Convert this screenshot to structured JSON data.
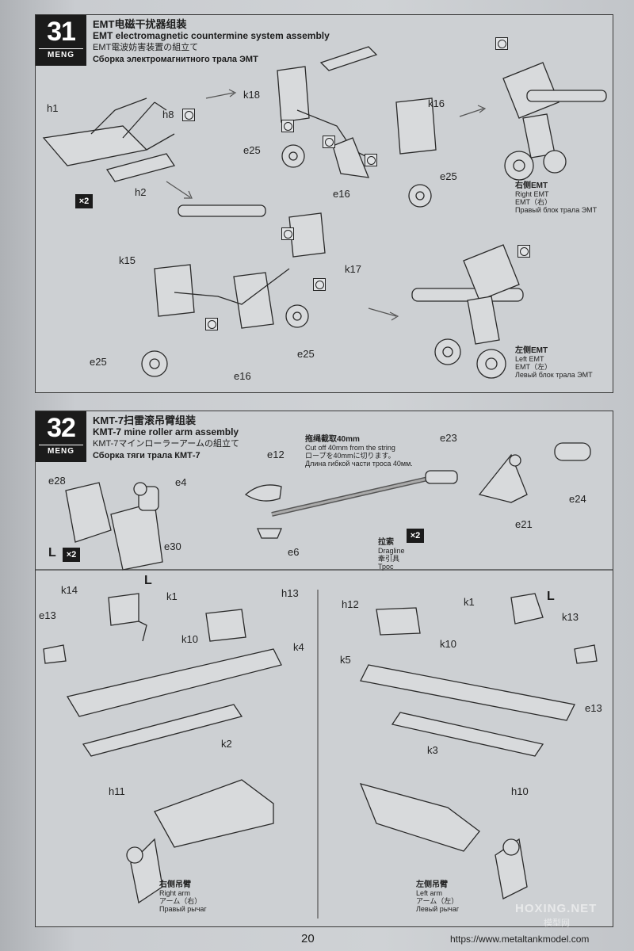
{
  "step31": {
    "number": "31",
    "brand": "MENG",
    "title_cn": "EMT电磁干扰器组装",
    "title_en": "EMT electromagnetic countermine system assembly",
    "title_jp": "EMT電波妨害装置の組立て",
    "title_ru": "Сборка электромагнитного трала ЭМТ",
    "labels": [
      "h1",
      "h8",
      "h2",
      "k18",
      "k16",
      "e25",
      "e25",
      "e16",
      "k15",
      "k17",
      "e25",
      "e25",
      "e16"
    ],
    "multiplier": "×2",
    "right_caption": [
      "右侧EMT",
      "Right EMT",
      "EMT（右）",
      "Правый блок трала ЭМТ"
    ],
    "left_caption": [
      "左侧EMT",
      "Left EMT",
      "EMT（左）",
      "Левый блок трала ЭМТ"
    ]
  },
  "step32": {
    "number": "32",
    "brand": "MENG",
    "title_cn": "KMT-7扫雷滚吊臂组装",
    "title_en": "KMT-7 mine roller arm assembly",
    "title_jp": "KMT-7マインローラーアームの組立て",
    "title_ru": "Сборка тяги трала КМТ-7",
    "top_labels": [
      "e28",
      "e4",
      "e30",
      "e12",
      "e6",
      "e23",
      "e24",
      "e21"
    ],
    "L_mark": "L",
    "multiplier": "×2",
    "string_note": [
      "拖绳截取40mm",
      "Cut off 40mm from the string",
      "ロープを40mmに切ります。",
      "Длина гибкой части троса 40мм."
    ],
    "dragline_note": [
      "拉索",
      "Dragline",
      "牽引具",
      "Трос"
    ],
    "left_labels": [
      "k14",
      "k1",
      "h13",
      "e13",
      "k10",
      "k4",
      "k2",
      "h11"
    ],
    "right_labels": [
      "h12",
      "k1",
      "k13",
      "k5",
      "k10",
      "e13",
      "k3",
      "h10"
    ],
    "right_arm_caption": [
      "右侧吊臂",
      "Right arm",
      "アーム（右）",
      "Правый рычаг"
    ],
    "left_arm_caption": [
      "左侧吊臂",
      "Left arm",
      "アーム（左）",
      "Левый рычаг"
    ]
  },
  "page_number": "20",
  "source_url": "https://www.metaltankmodel.com",
  "watermark": "HOXING.NET",
  "watermark_sub": "模型网"
}
